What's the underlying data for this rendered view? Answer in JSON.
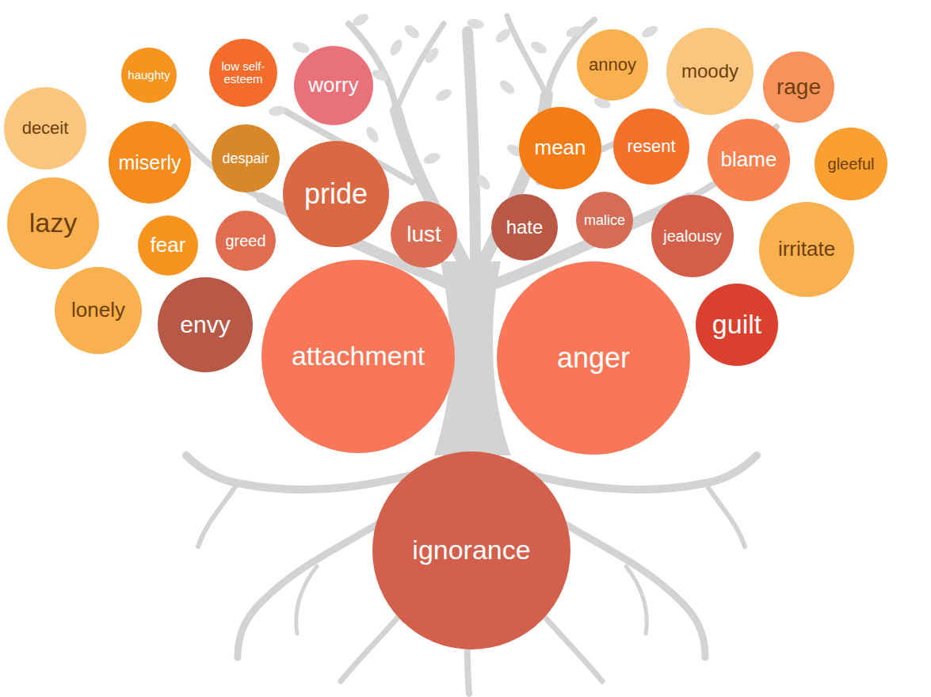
{
  "diagram": {
    "nodes": [
      {
        "text": [
          "haughty"
        ]
      },
      {
        "text": [
          "low self-esteem"
        ]
      },
      {
        "text": [
          "worry"
        ]
      },
      {
        "text": [
          "annoy"
        ]
      },
      {
        "text": [
          "moody"
        ]
      },
      {
        "text": [
          "rage"
        ]
      },
      {
        "text": [
          "deceit"
        ]
      },
      {
        "text": [
          "miserly"
        ]
      },
      {
        "text": [
          "despair"
        ]
      },
      {
        "text": [
          "pride"
        ]
      },
      {
        "text": [
          "mean"
        ]
      },
      {
        "text": [
          "resent"
        ]
      },
      {
        "text": [
          "blame"
        ]
      },
      {
        "text": [
          "gleeful"
        ]
      },
      {
        "text": [
          "lazy"
        ]
      },
      {
        "text": [
          "fear"
        ]
      },
      {
        "text": [
          "greed"
        ]
      },
      {
        "text": [
          "lust"
        ]
      },
      {
        "text": [
          "hate"
        ]
      },
      {
        "text": [
          "malice"
        ]
      },
      {
        "text": [
          "jealousy"
        ]
      },
      {
        "text": [
          "irritate"
        ]
      },
      {
        "text": [
          "lonely"
        ]
      },
      {
        "text": [
          "envy"
        ]
      },
      {
        "text": [
          "attachment"
        ]
      },
      {
        "text": [
          "anger"
        ]
      },
      {
        "text": [
          "guilt"
        ]
      },
      {
        "text": [
          "ignorance"
        ]
      }
    ]
  }
}
